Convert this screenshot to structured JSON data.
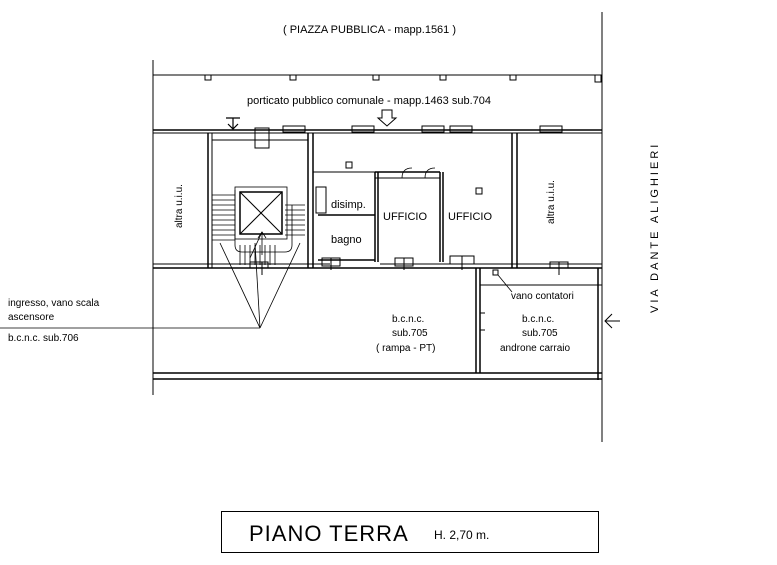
{
  "drawing": {
    "top_label": "( PIAZZA PUBBLICA  - mapp.1561 )",
    "portico_label": "porticato pubblico comunale - mapp.1463 sub.704",
    "street_label": "VIA  DANTE  ALIGHIERI",
    "left_unit_label": "altra u.i.u.",
    "right_unit_label": "altra u.i.u.",
    "disimp_label": "disimp.",
    "bagno_label": "bagno",
    "ufficio1_label": "UFFICIO",
    "ufficio2_label": "UFFICIO",
    "entry_line1": "ingresso, vano scala",
    "entry_line2": "ascensore",
    "entry_line3": "b.c.n.c.  sub.706",
    "ramp_line1": "b.c.n.c.",
    "ramp_line2": "sub.705",
    "ramp_line3": "( rampa - PT)",
    "meter_label": "vano contatori",
    "androne_line1": "b.c.n.c.",
    "androne_line2": "sub.705",
    "androne_line3": "androne carraio"
  },
  "title_block": {
    "title": "PIANO  TERRA",
    "height": "H. 2,70 m."
  }
}
